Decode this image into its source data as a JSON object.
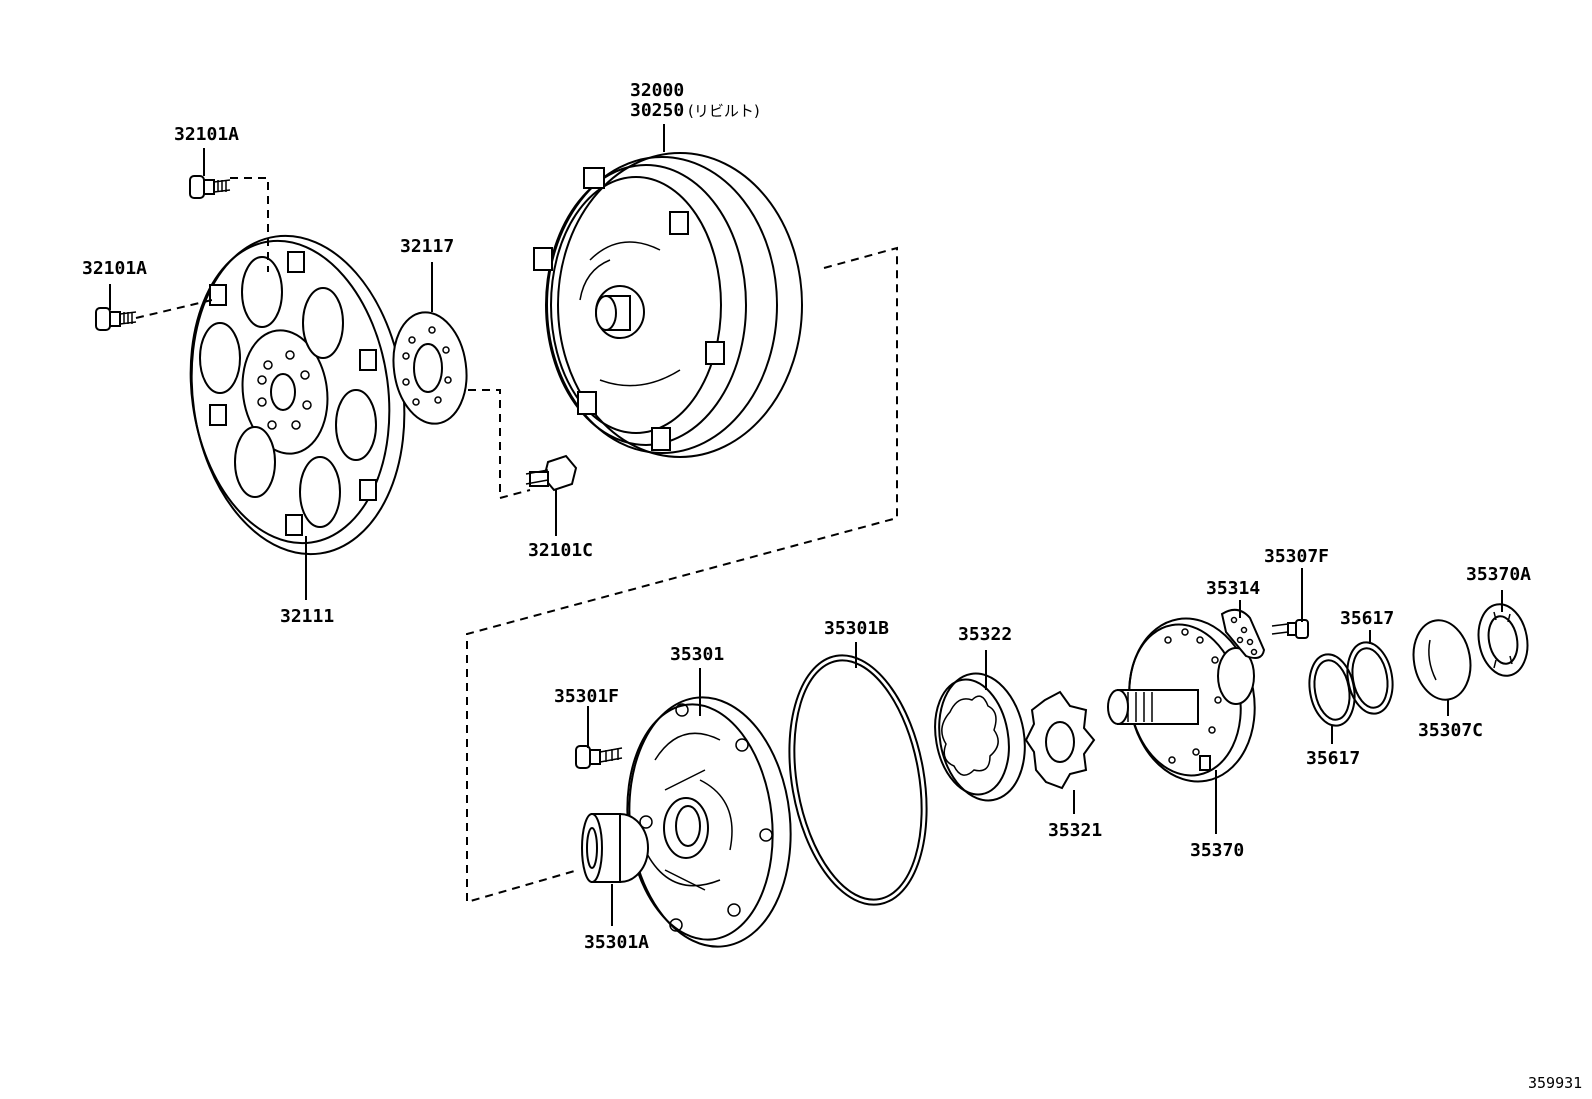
{
  "labels": {
    "p32000": "32000",
    "p30250": "30250",
    "p30250_note": "(リビルト)",
    "p32101A_top": "32101A",
    "p32101A_left": "32101A",
    "p32117": "32117",
    "p32111": "32111",
    "p32101C": "32101C",
    "p35301": "35301",
    "p35301B": "35301B",
    "p35322": "35322",
    "p35314": "35314",
    "p35307F": "35307F",
    "p35617_top": "35617",
    "p35370A": "35370A",
    "p35301F": "35301F",
    "p35301A": "35301A",
    "p35321": "35321",
    "p35370": "35370",
    "p35617_bottom": "35617",
    "p35307C": "35307C"
  },
  "diagram_code": "359931"
}
